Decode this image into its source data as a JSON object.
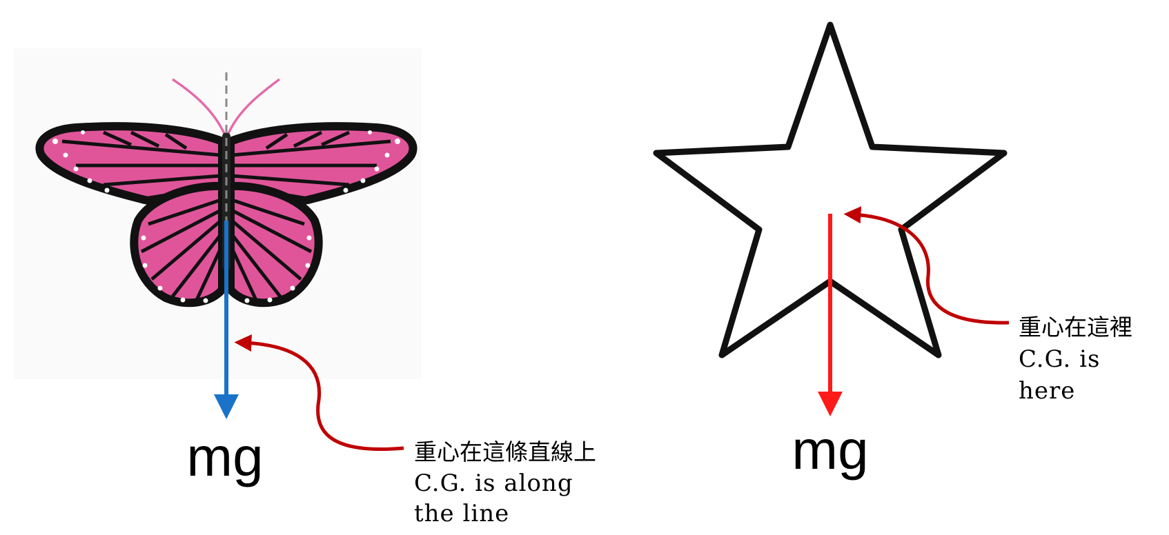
{
  "butterfly": {
    "force_label": "mg",
    "note_zh": "重心在這條直線上",
    "note_en_line1": "C.G. is along",
    "note_en_line2": "the line",
    "wing_color": "#e0559a",
    "outline_color": "#111111",
    "antenna_color": "#e56aa8",
    "arrow_color": "#1a73c8",
    "pointer_color": "#c00000"
  },
  "star": {
    "force_label": "mg",
    "note_zh": "重心在這裡",
    "note_en_line1": "C.G. is",
    "note_en_line2": "here",
    "arrow_color": "#ff1a1a",
    "pointer_color": "#c00000"
  }
}
